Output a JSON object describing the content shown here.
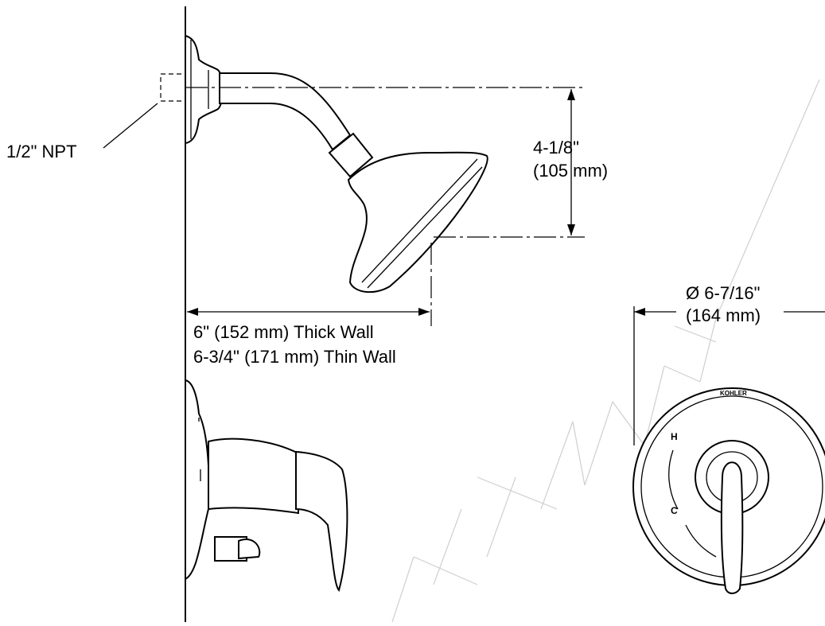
{
  "watermark": "DISCONTINUED",
  "labels": {
    "npt": "1/2\" NPT",
    "height_line1": "4-1/8\"",
    "height_line2": "(105 mm)",
    "reach_line1": "6\" (152 mm) Thick Wall",
    "reach_line2": "6-3/4\" (171 mm) Thin Wall",
    "diameter_line1": "Ø 6-7/16\"",
    "diameter_line2": "(164 mm)",
    "brand": "KOHLER",
    "hot": "H",
    "cold": "C"
  }
}
